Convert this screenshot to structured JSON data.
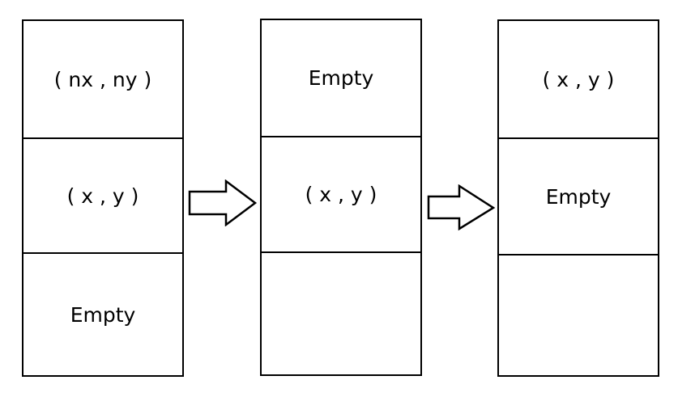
{
  "diagram": {
    "stages": [
      {
        "cells": [
          "( nx , ny )",
          "( x , y )",
          "Empty"
        ]
      },
      {
        "cells": [
          "Empty",
          "( x , y )",
          ""
        ]
      },
      {
        "cells": [
          "( x , y )",
          "Empty",
          ""
        ]
      }
    ]
  },
  "colors": {
    "stroke": "#000000",
    "background": "#ffffff"
  }
}
